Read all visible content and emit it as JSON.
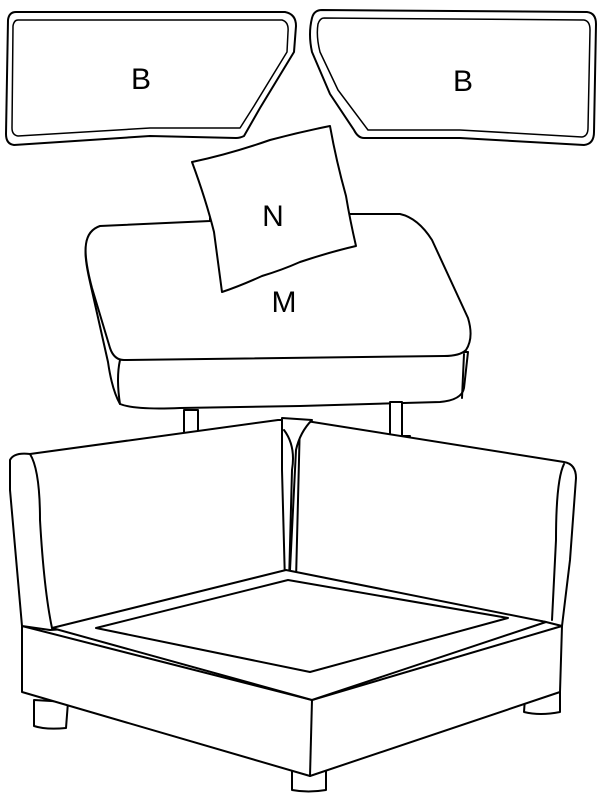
{
  "labels": {
    "back_cushion_left": "B",
    "back_cushion_right": "B",
    "pillow": "N",
    "seat_cushion": "M"
  },
  "colors": {
    "stroke": "#000000",
    "fill": "#ffffff"
  }
}
